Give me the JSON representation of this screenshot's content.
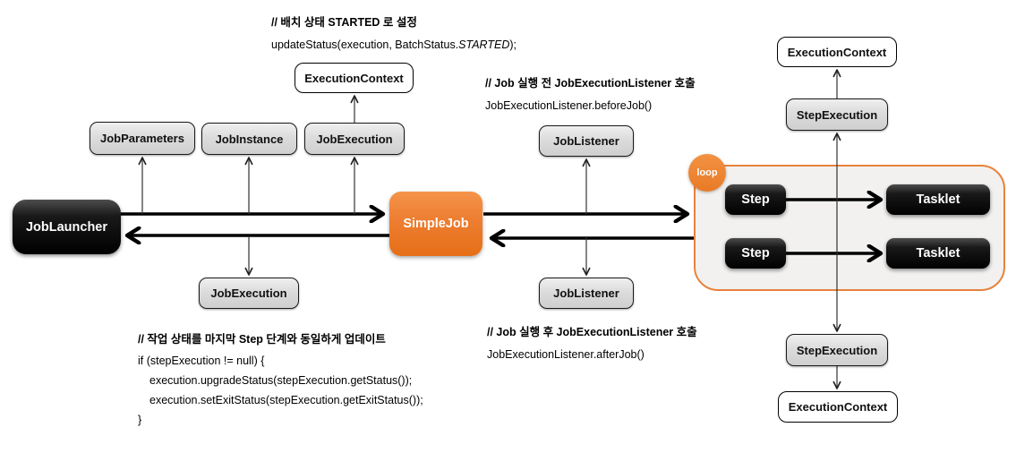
{
  "diagram": {
    "loop_label": "loop",
    "nodes": {
      "job_launcher": "JobLauncher",
      "simple_job": "SimpleJob",
      "job_parameters": "JobParameters",
      "job_instance": "JobInstance",
      "job_execution_top": "JobExecution",
      "job_execution_bottom": "JobExecution",
      "execution_context_top_left": "ExecutionContext",
      "job_listener_top": "JobListener",
      "job_listener_bottom": "JobListener",
      "step_1": "Step",
      "step_2": "Step",
      "tasklet_1": "Tasklet",
      "tasklet_2": "Tasklet",
      "execution_context_top_right": "ExecutionContext",
      "step_execution_top": "StepExecution",
      "step_execution_bottom": "StepExecution",
      "execution_context_bottom_right": "ExecutionContext"
    },
    "comments": {
      "batch_status": {
        "title": "// 배치 상태 STARTED 로 설정",
        "code_prefix": "updateStatus(execution, BatchStatus.",
        "code_italic": "STARTED",
        "code_suffix": ");"
      },
      "before_job": {
        "title": "// Job 실행 전 JobExecutionListener 호출",
        "code": "JobExecutionListener.beforeJob()"
      },
      "after_job": {
        "title": "// Job 실행 후 JobExecutionListener 호출",
        "code": "JobExecutionListener.afterJob()"
      },
      "update_status": {
        "title": "// 작업 상태를 마지막 Step 단계와 동일하게 업데이트",
        "line1": "if (stepExecution != null) {",
        "line2": "execution.upgradeStatus(stepExecution.getStatus());",
        "line3": "execution.setExitStatus(stepExecution.getExitStatus());",
        "line4": "}"
      }
    },
    "colors": {
      "accent_orange": "#ED7D31",
      "node_black": "#000000",
      "node_gray": "#D9D9D9",
      "loop_fill": "#F2F1F0",
      "loop_border": "#E8823B"
    }
  }
}
